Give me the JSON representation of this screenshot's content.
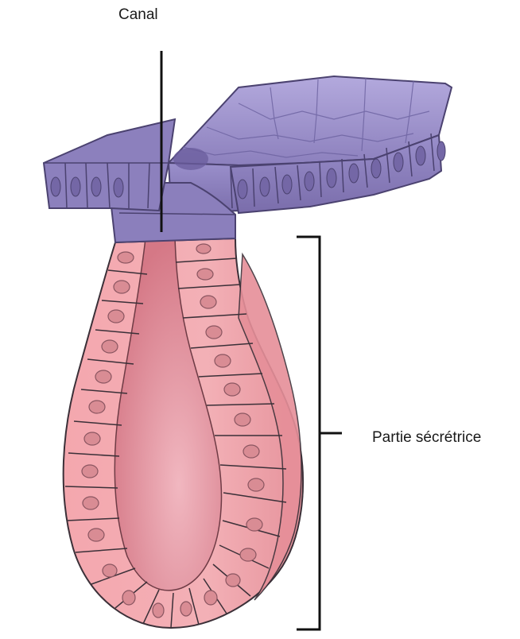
{
  "labels": {
    "canal": "Canal",
    "secretory_part": "Partie sécrétrice"
  },
  "colors": {
    "duct_epithelium": "#8f83bf",
    "duct_epithelium_light": "#b2a8dc",
    "duct_epithelium_dark": "#6a5c9c",
    "gland_cells": "#f0a0a8",
    "gland_cells_light": "#f8c2c6",
    "gland_lumen": "#d97a8a",
    "outline": "#3a3a4a",
    "leader_line": "#111111"
  },
  "structures": [
    "duct-epithelium",
    "secretory-gland",
    "gland-lumen"
  ]
}
